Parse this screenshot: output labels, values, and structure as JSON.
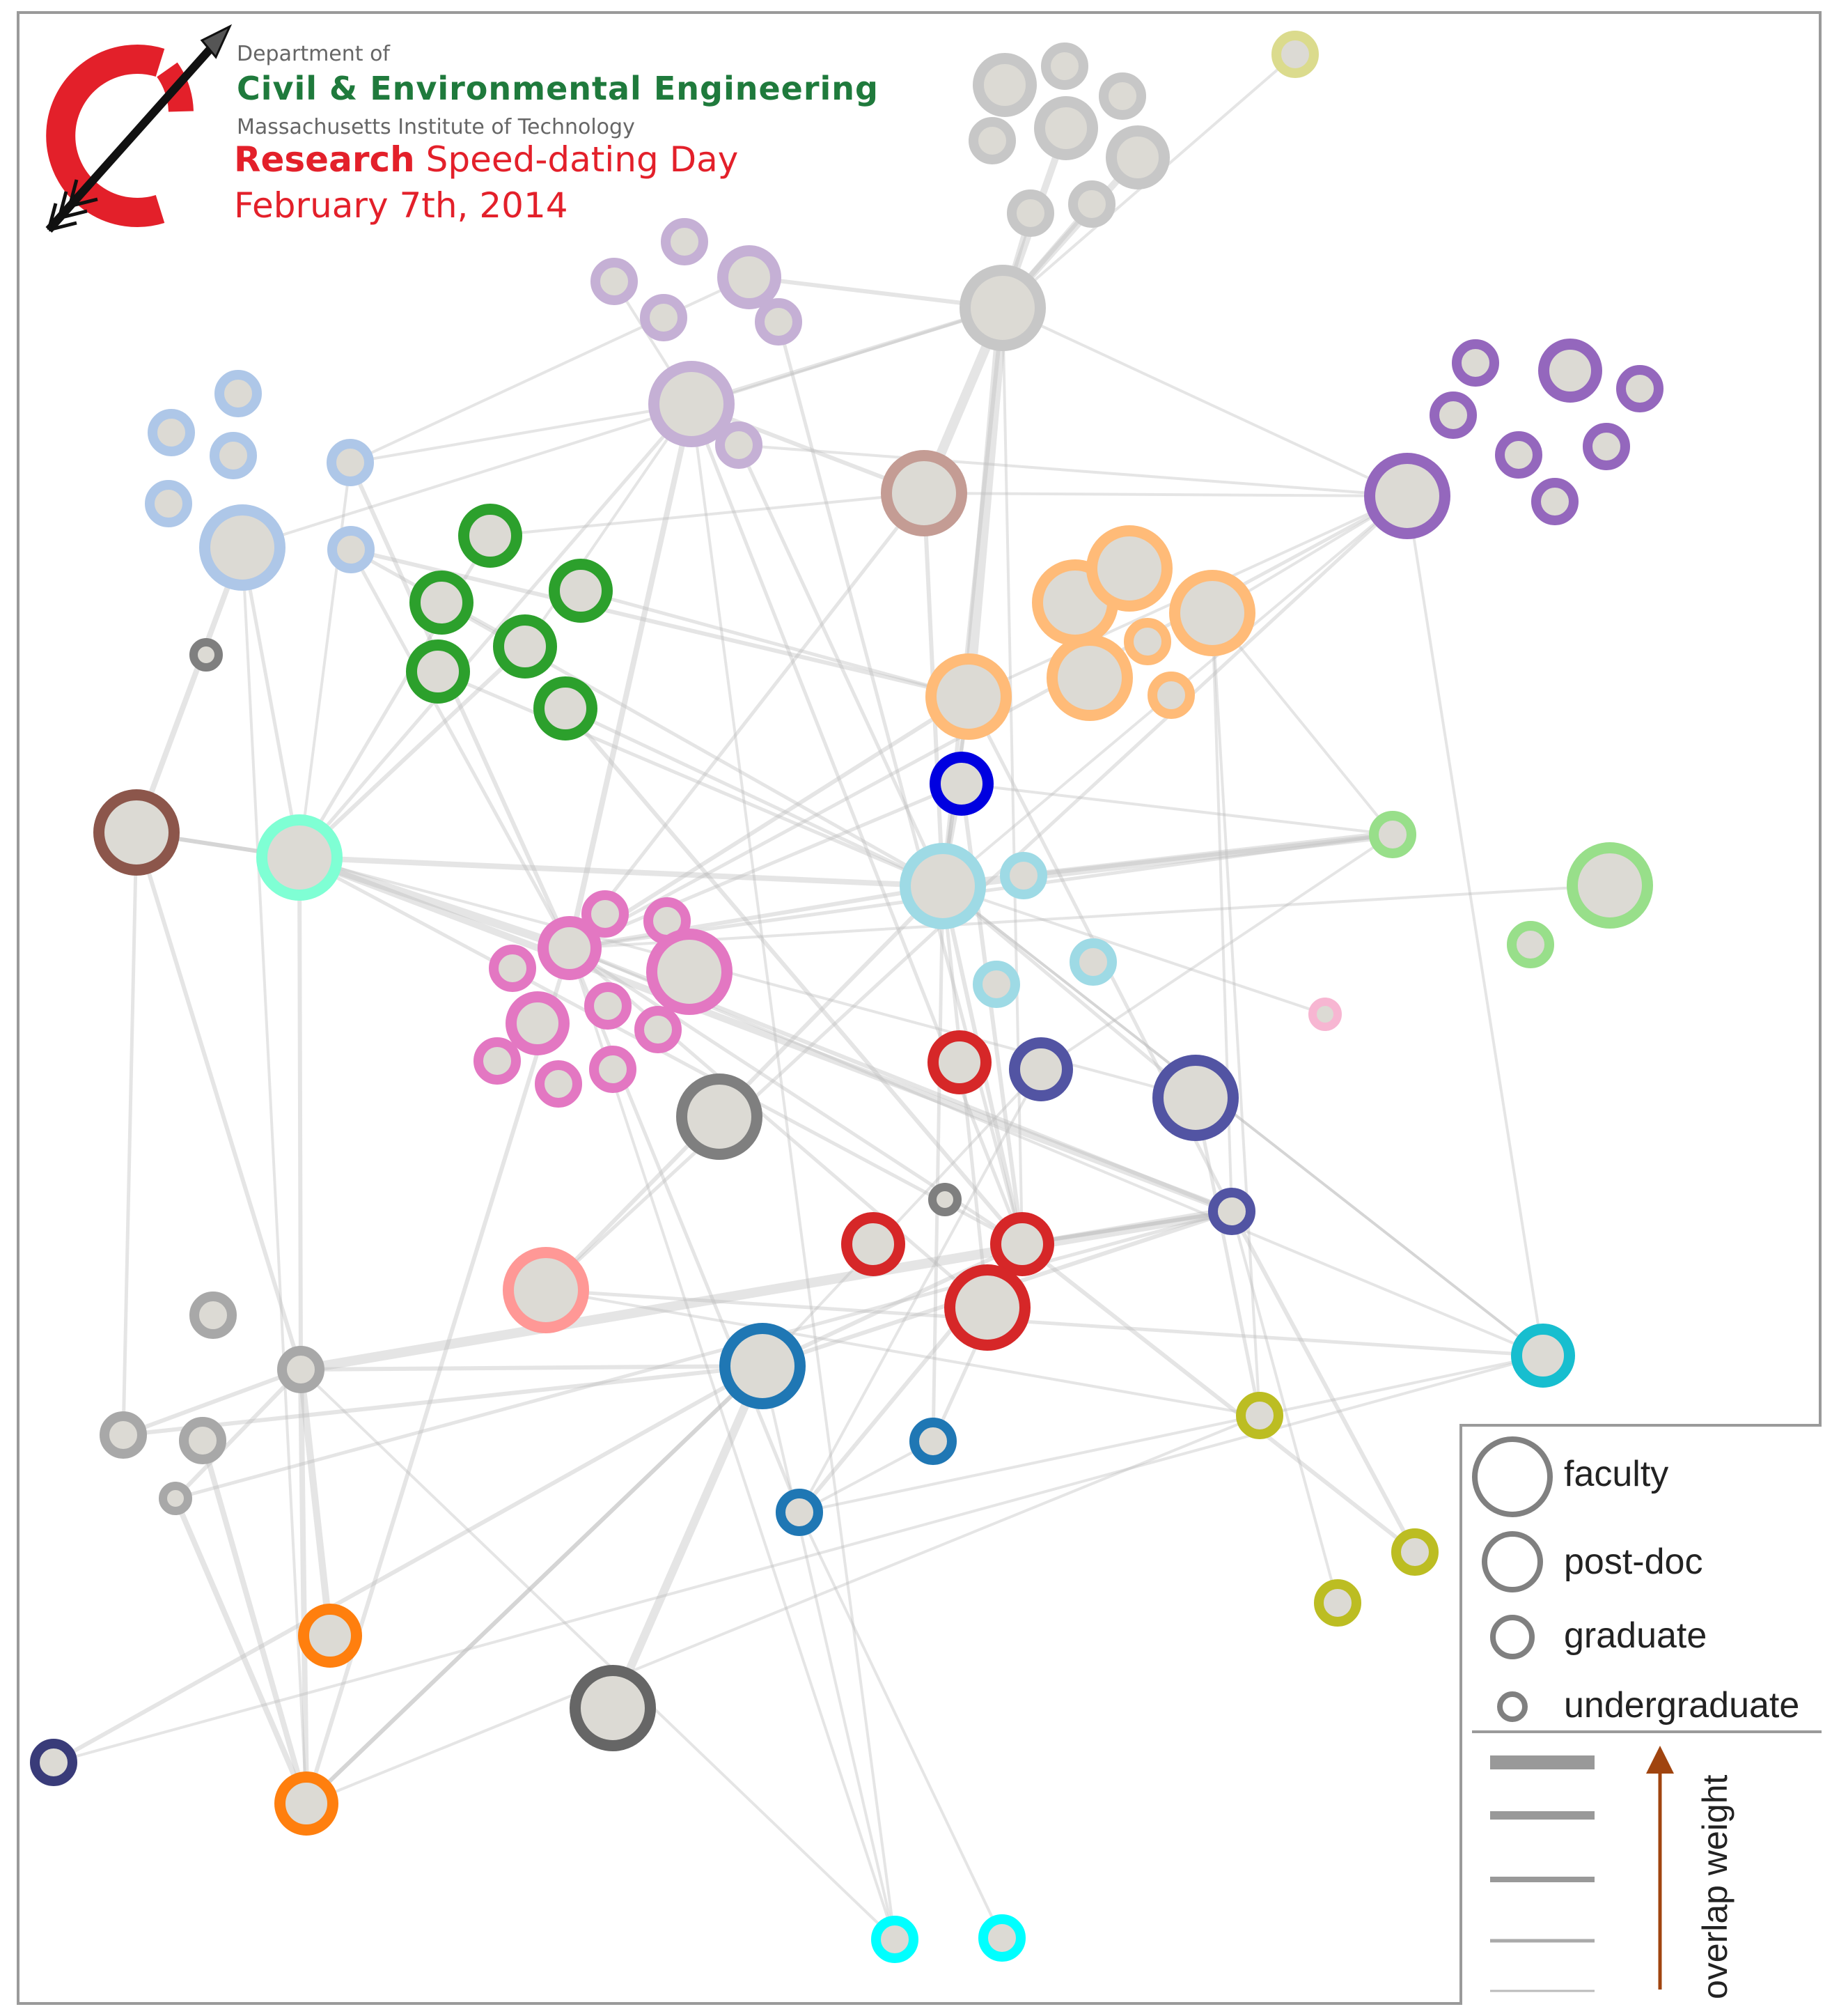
{
  "header": {
    "department_of": "Department of",
    "department_name": "Civil & Environmental Engineering",
    "institute": "Massachusetts Institute of Technology",
    "event_bold": "Research",
    "event_rest": " Speed-dating Day",
    "date": "February 7th, 2014",
    "logo_icon": "arrow-through-ring-logo-icon",
    "colors": {
      "green": "#1f7a3c",
      "red": "#e3202a",
      "grey": "#666666"
    }
  },
  "legend": {
    "faculty": "faculty",
    "post_doc": "post-doc",
    "graduate": "graduate",
    "undergraduate": "undergraduate",
    "overlap_weight": "overlap weight",
    "arrow_icon": "up-arrow-icon",
    "arrow_color": "#a0440f"
  },
  "node_fill": "#dcdad4",
  "edge_color": "#bdbdbd",
  "groups": [
    {
      "id": "lightgrey",
      "color": "#c7c7c7"
    },
    {
      "id": "khaki",
      "color": "#dbdb8d"
    },
    {
      "id": "lavender",
      "color": "#c5b0d5"
    },
    {
      "id": "lightblue",
      "color": "#aec7e8"
    },
    {
      "id": "green",
      "color": "#2ca02c"
    },
    {
      "id": "tan",
      "color": "#c49c94"
    },
    {
      "id": "orange-light",
      "color": "#ffbb78"
    },
    {
      "id": "purple",
      "color": "#9467bd"
    },
    {
      "id": "brown",
      "color": "#8c564b"
    },
    {
      "id": "aquamarine",
      "color": "#7fffd4"
    },
    {
      "id": "blue",
      "color": "#0000e0"
    },
    {
      "id": "skyblue",
      "color": "#9edae5"
    },
    {
      "id": "lightgreen",
      "color": "#98df8a"
    },
    {
      "id": "pink",
      "color": "#e377c2"
    },
    {
      "id": "lightpink",
      "color": "#f7b6d2"
    },
    {
      "id": "darkgrey",
      "color": "#7f7f7f"
    },
    {
      "id": "red",
      "color": "#d62728"
    },
    {
      "id": "slateblue",
      "color": "#5254a3"
    },
    {
      "id": "salmon",
      "color": "#ff9896"
    },
    {
      "id": "steelblue",
      "color": "#1f77b4"
    },
    {
      "id": "cyan",
      "color": "#17becf"
    },
    {
      "id": "olive",
      "color": "#bcbd22"
    },
    {
      "id": "greymid",
      "color": "#a8a8a8"
    },
    {
      "id": "orange",
      "color": "#ff7f0e"
    },
    {
      "id": "charcoal",
      "color": "#666666"
    },
    {
      "id": "navy",
      "color": "#393b79"
    },
    {
      "id": "aqua",
      "color": "#00ffff"
    }
  ]
}
